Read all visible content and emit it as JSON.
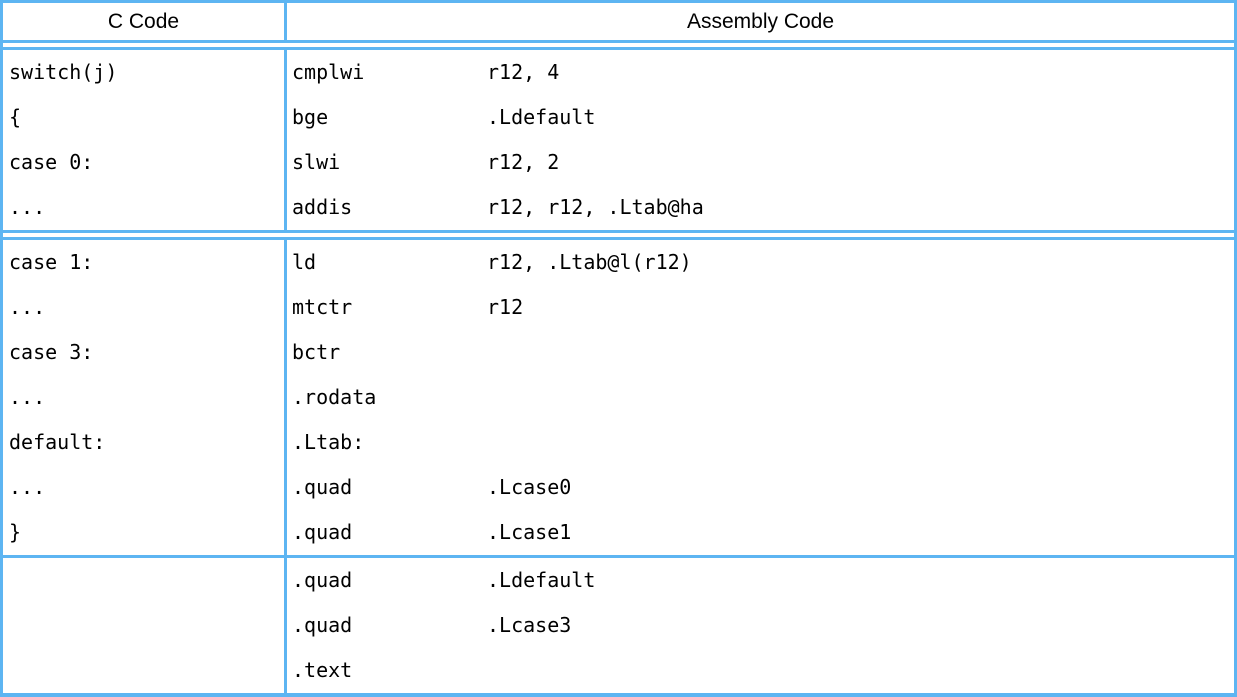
{
  "table": {
    "border_color": "#5db5f2",
    "text_color": "#000000",
    "header": {
      "c_col": "C Code",
      "asm_col": "Assembly Code"
    },
    "sections": [
      {
        "separator_after": "double",
        "c_lines": [
          "switch(j)",
          "{",
          "case 0:",
          "..."
        ],
        "asm_lines": [
          {
            "mnemonic": "cmplwi",
            "operands": "r12, 4"
          },
          {
            "mnemonic": "bge",
            "operands": ".Ldefault"
          },
          {
            "mnemonic": "slwi",
            "operands": "r12, 2"
          },
          {
            "mnemonic": "addis",
            "operands": "r12, r12, .Ltab@ha"
          }
        ]
      },
      {
        "separator_after": "single",
        "c_lines": [
          "case 1:",
          "...",
          "case 3:",
          "...",
          "default:",
          "...",
          "}"
        ],
        "asm_lines": [
          {
            "mnemonic": "ld",
            "operands": "r12, .Ltab@l(r12)"
          },
          {
            "mnemonic": "mtctr",
            "operands": "r12"
          },
          {
            "mnemonic": "bctr",
            "operands": ""
          },
          {
            "mnemonic": ".rodata",
            "operands": ""
          },
          {
            "mnemonic": ".Ltab:",
            "operands": ""
          },
          {
            "mnemonic": ".quad",
            "operands": ".Lcase0"
          },
          {
            "mnemonic": ".quad",
            "operands": ".Lcase1"
          }
        ]
      },
      {
        "separator_after": "none",
        "c_lines": [
          "",
          "",
          ""
        ],
        "asm_lines": [
          {
            "mnemonic": ".quad",
            "operands": ".Ldefault"
          },
          {
            "mnemonic": ".quad",
            "operands": ".Lcase3"
          },
          {
            "mnemonic": ".text",
            "operands": ""
          }
        ]
      }
    ]
  }
}
